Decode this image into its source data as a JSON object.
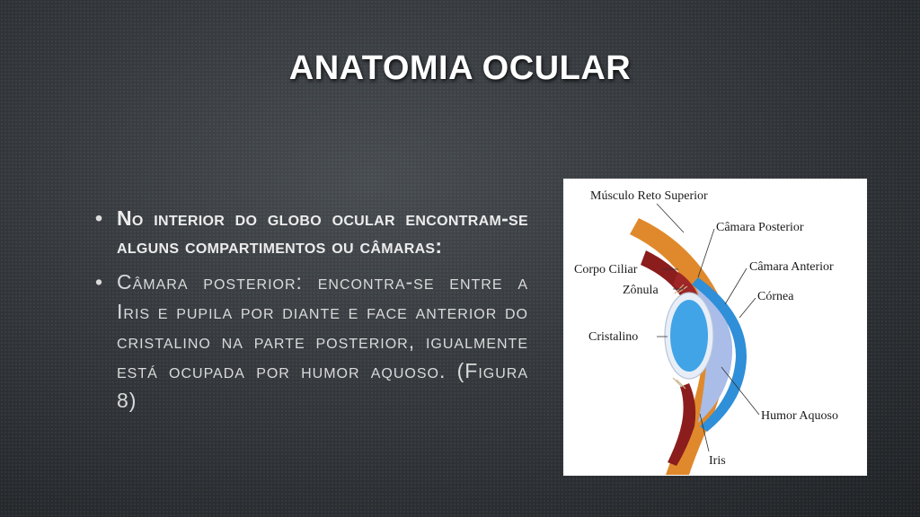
{
  "slide": {
    "title": "ANATOMIA OCULAR",
    "bullets": [
      "No interior do globo ocular encontram-se alguns compartimentos ou câmaras:",
      "Câmara posterior: encontra-se entre a Iris e pupila por diante e face anterior do cristalino na parte posterior, igualmente está ocupada por humor aquoso. (Figura 8)"
    ]
  },
  "figure": {
    "labels": {
      "musculo_reto_superior": "Músculo Reto Superior",
      "camara_posterior": "Câmara Posterior",
      "corpo_ciliar": "Corpo Ciliar",
      "camara_anterior": "Câmara Anterior",
      "zonula": "Zônula",
      "cornea": "Córnea",
      "cristalino": "Cristalino",
      "humor_aquoso": "Humor Aquoso",
      "iris": "Iris"
    }
  },
  "colors": {
    "title": "#ffffff",
    "text": "#e6e6e6",
    "cornea": "#2f8fd8",
    "aqueous": "#a9bde8",
    "lens": "#41a4e6",
    "ciliary": "#8c1d1d",
    "sclera": "#e0892c"
  }
}
